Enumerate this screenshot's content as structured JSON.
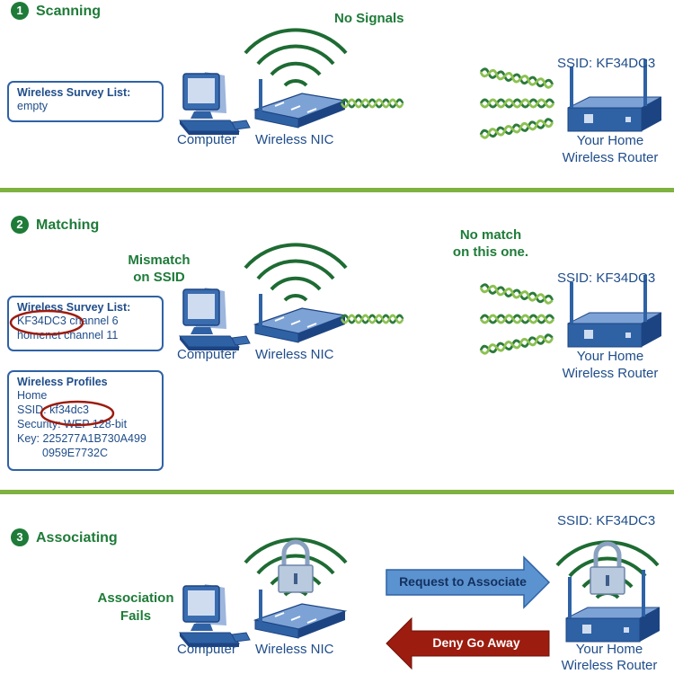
{
  "section1": {
    "number": "1",
    "title": "Scanning",
    "status": "No Signals",
    "survey_list": {
      "heading": "Wireless Survey List:",
      "value": "empty"
    },
    "labels": {
      "computer": "Computer",
      "nic": "Wireless NIC",
      "router_ssid": "SSID: KF34DC3",
      "router_line1": "Your Home",
      "router_line2": "Wireless Router"
    }
  },
  "section2": {
    "number": "2",
    "title": "Matching",
    "mismatch_line1": "Mismatch",
    "mismatch_line2": "on SSID",
    "nomatch_line1": "No match",
    "nomatch_line2": "on this one.",
    "survey_list": {
      "heading": "Wireless Survey List:",
      "rows": [
        {
          "ssid": "KF34DC3",
          "channel": "channel 6"
        },
        {
          "ssid": "homenet",
          "channel": "channel 11"
        }
      ]
    },
    "profiles": {
      "heading": "Wireless Profiles",
      "name": "Home",
      "ssid": "SSID: kf34dc3",
      "security": "Security: WEP 128-bit",
      "key_line1": "Key: 225277A1B730A499",
      "key_line2": "0959E7732C"
    },
    "labels": {
      "computer": "Computer",
      "nic": "Wireless NIC",
      "router_ssid": "SSID: KF34DC3",
      "router_line1": "Your Home",
      "router_line2": "Wireless Router"
    }
  },
  "section3": {
    "number": "3",
    "title": "Associating",
    "fail_line1": "Association",
    "fail_line2": "Fails",
    "request_label": "Request to Associate",
    "deny_label": "Deny Go Away",
    "labels": {
      "computer": "Computer",
      "nic": "Wireless NIC",
      "router_ssid": "SSID: KF34DC3",
      "router_line1": "Your Home",
      "router_line2": "Wireless Router"
    }
  },
  "colors": {
    "accent_green": "#1e7b38",
    "divider_green": "#7fb241",
    "device_blue": "#2f62a5",
    "request_arrow": "#5b93d0",
    "deny_arrow": "#9c1c0f",
    "signal_green": "#2c7a3a"
  },
  "icons": [
    "computer-icon",
    "wireless-nic-icon",
    "wireless-router-icon",
    "padlock-icon",
    "signal-wave-icon"
  ]
}
